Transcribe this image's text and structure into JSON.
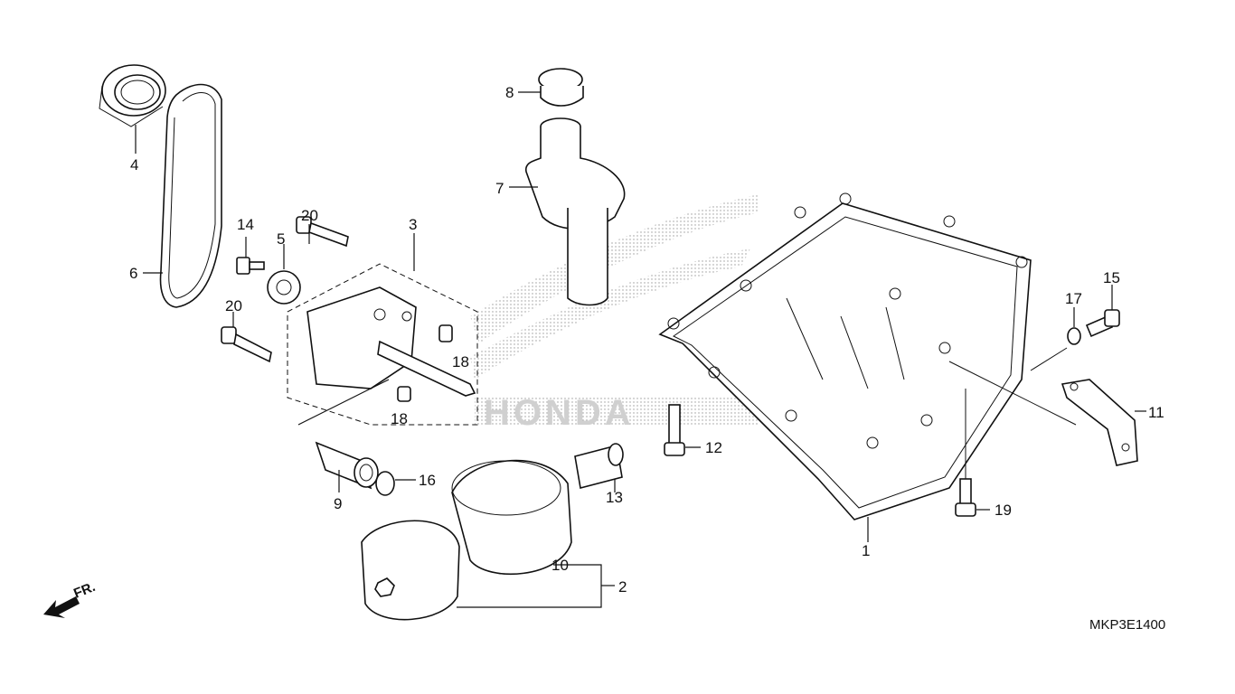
{
  "diagram": {
    "labels": [
      {
        "id": "1",
        "text": "1"
      },
      {
        "id": "2",
        "text": "2"
      },
      {
        "id": "3",
        "text": "3"
      },
      {
        "id": "4",
        "text": "4"
      },
      {
        "id": "5",
        "text": "5"
      },
      {
        "id": "6",
        "text": "6"
      },
      {
        "id": "7",
        "text": "7"
      },
      {
        "id": "8",
        "text": "8"
      },
      {
        "id": "9",
        "text": "9"
      },
      {
        "id": "10",
        "text": "10"
      },
      {
        "id": "11",
        "text": "11"
      },
      {
        "id": "12",
        "text": "12"
      },
      {
        "id": "13",
        "text": "13"
      },
      {
        "id": "14",
        "text": "14"
      },
      {
        "id": "15",
        "text": "15"
      },
      {
        "id": "16",
        "text": "16"
      },
      {
        "id": "17",
        "text": "17"
      },
      {
        "id": "18a",
        "text": "18"
      },
      {
        "id": "18b",
        "text": "18"
      },
      {
        "id": "19",
        "text": "19"
      },
      {
        "id": "20a",
        "text": "20"
      },
      {
        "id": "20b",
        "text": "20"
      }
    ],
    "front_marker": "FR.",
    "diagram_code": "MKP3E1400",
    "watermark": "HONDA"
  }
}
